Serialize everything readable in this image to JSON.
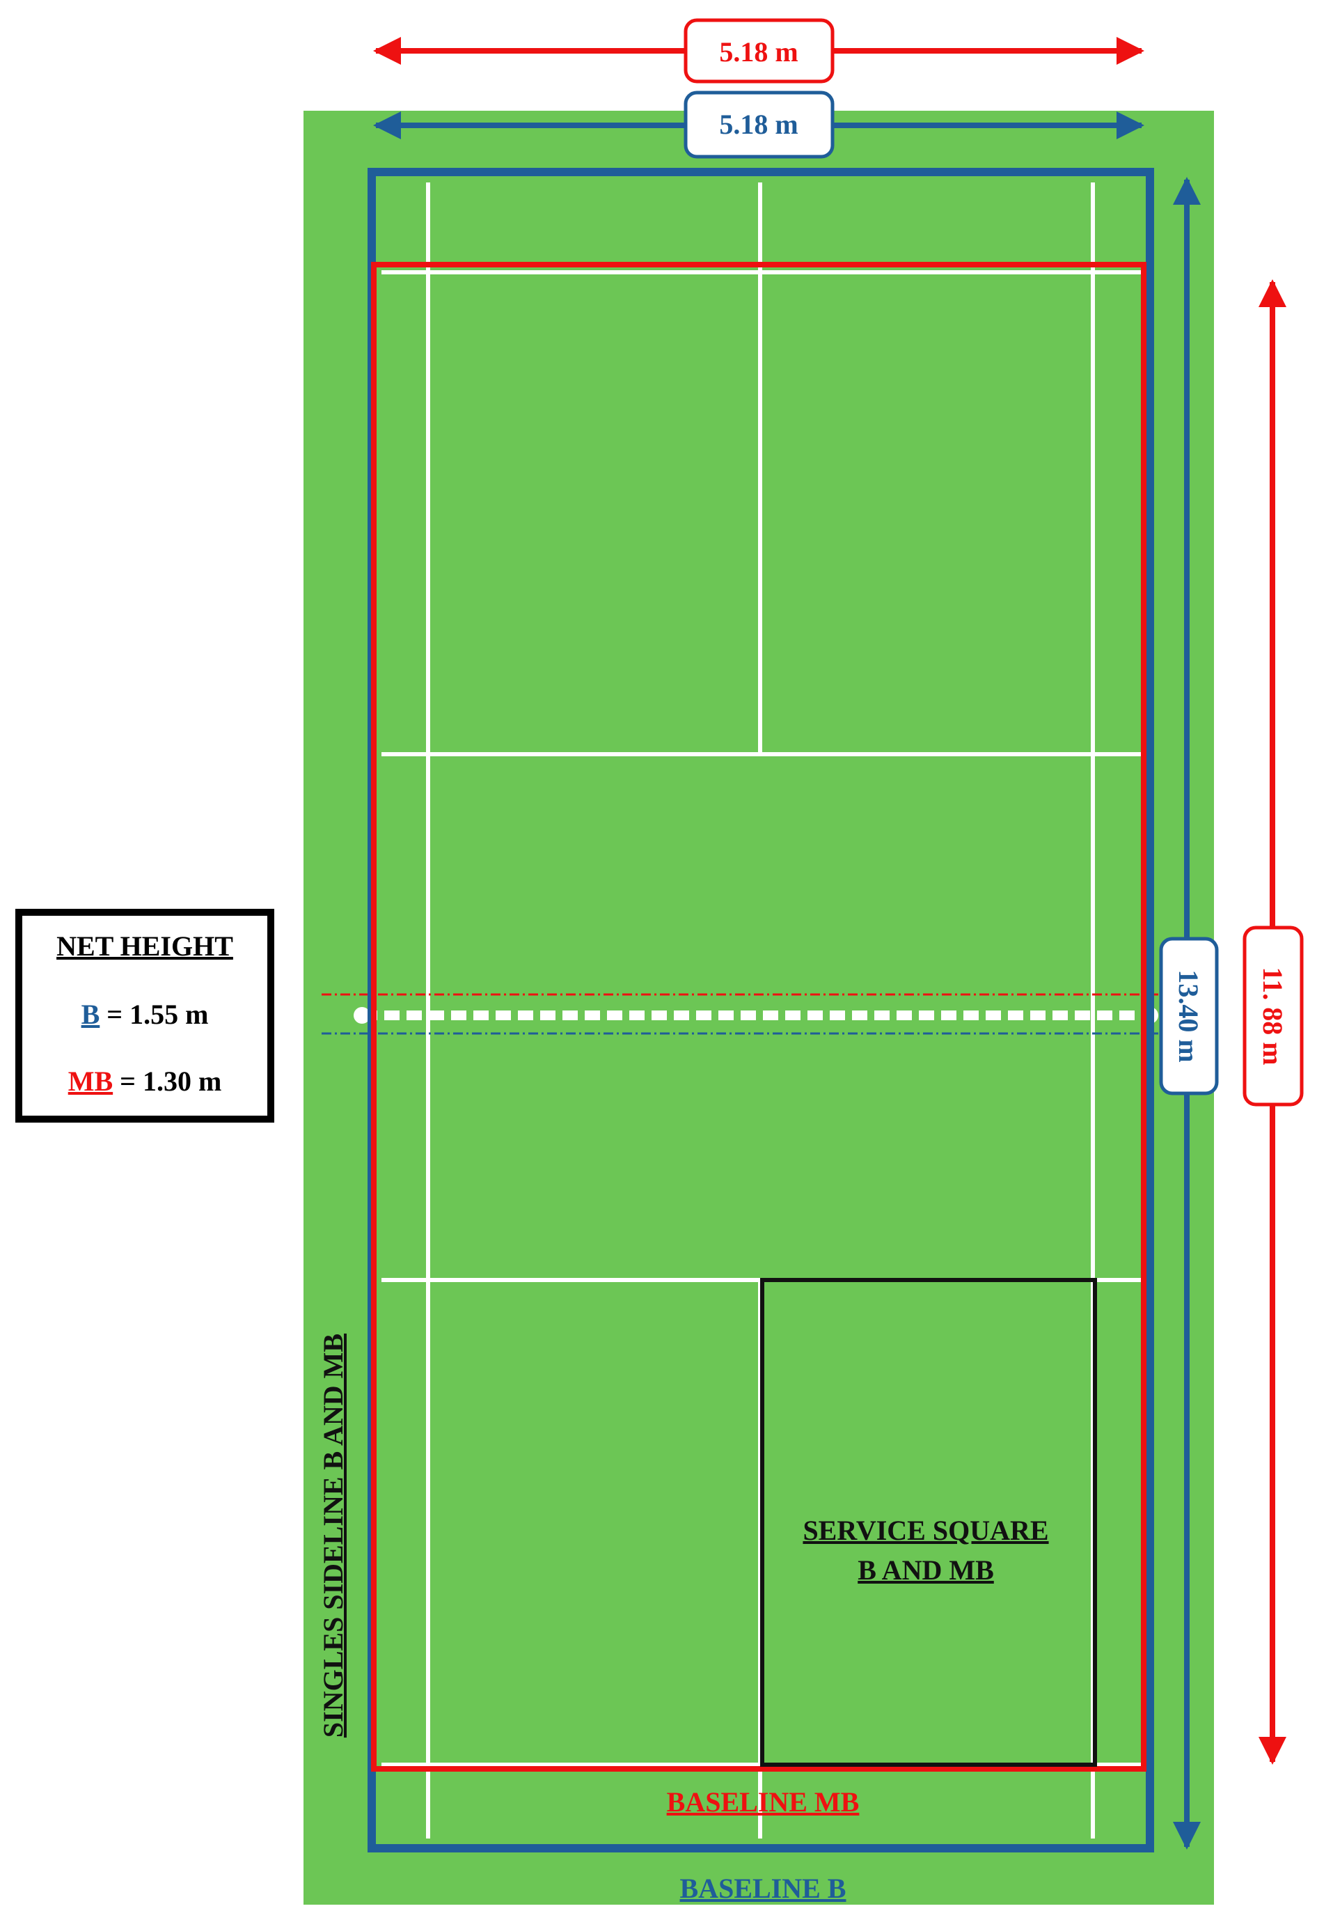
{
  "dimensions": {
    "width_mb": "5.18 m",
    "width_b": "5.18 m",
    "length_b": "13.40 m",
    "length_mb": "11. 88 m"
  },
  "net_height_box": {
    "title": "NET HEIGHT",
    "b_key": "B",
    "b_value": " = 1.55 m",
    "mb_key": "MB",
    "mb_value": " = 1.30 m"
  },
  "labels": {
    "singles_sideline": "SINGLES SIDELINE B AND MB",
    "service_square_line1": "SERVICE SQUARE",
    "service_square_line2": "B AND MB",
    "baseline_mb": "BASELINE MB",
    "baseline_b": "BASELINE B"
  },
  "colors": {
    "court_green": "#6CC655",
    "court_line": "#FFFFFF",
    "b_blue": "#1F5D99",
    "mb_red": "#EE1111",
    "service_square": "#111111"
  }
}
